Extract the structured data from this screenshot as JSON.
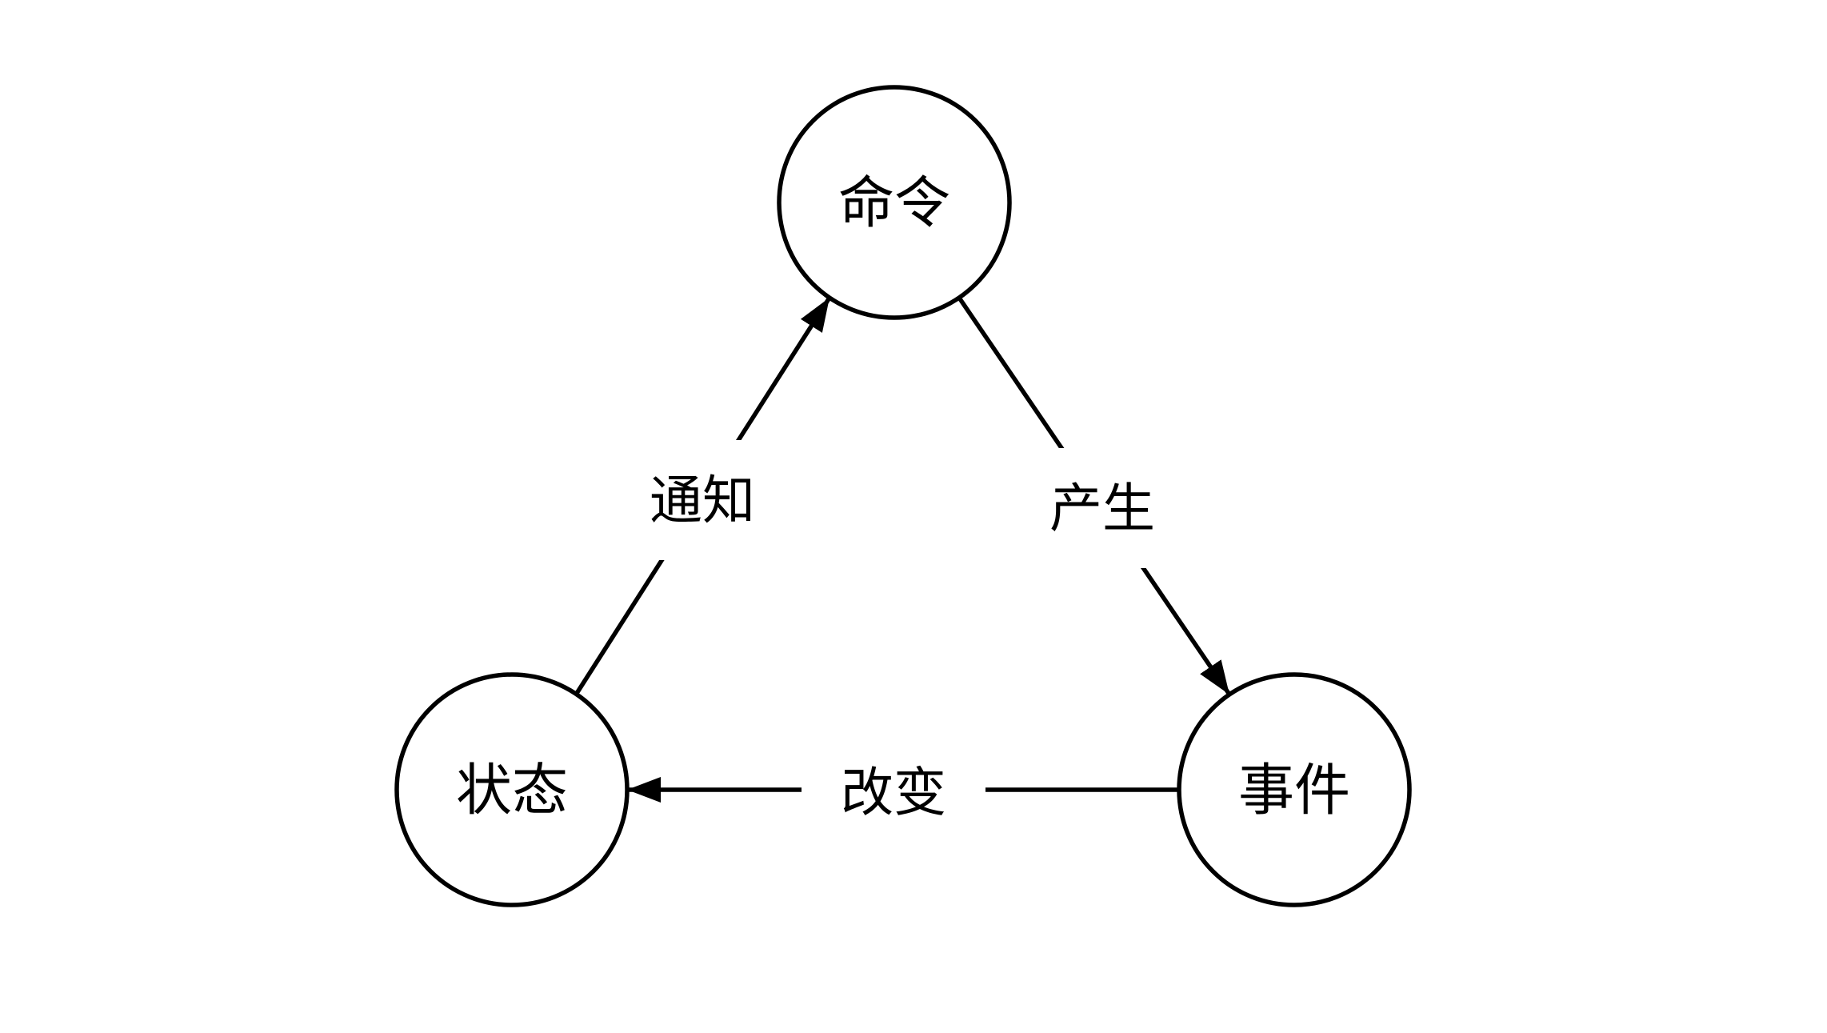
{
  "page": {
    "background_color": "#ffffff"
  },
  "diagram": {
    "type": "cycle-flow-diagram",
    "colors": {
      "stroke": "#000000",
      "text": "#000000",
      "node_fill": "#ffffff"
    },
    "nodes": [
      {
        "id": "command",
        "label": "命令"
      },
      {
        "id": "state",
        "label": "状态"
      },
      {
        "id": "event",
        "label": "事件"
      }
    ],
    "edges": [
      {
        "from": "state",
        "to": "command",
        "label": "通知"
      },
      {
        "from": "command",
        "to": "event",
        "label": "产生"
      },
      {
        "from": "event",
        "to": "state",
        "label": "改变"
      }
    ]
  }
}
